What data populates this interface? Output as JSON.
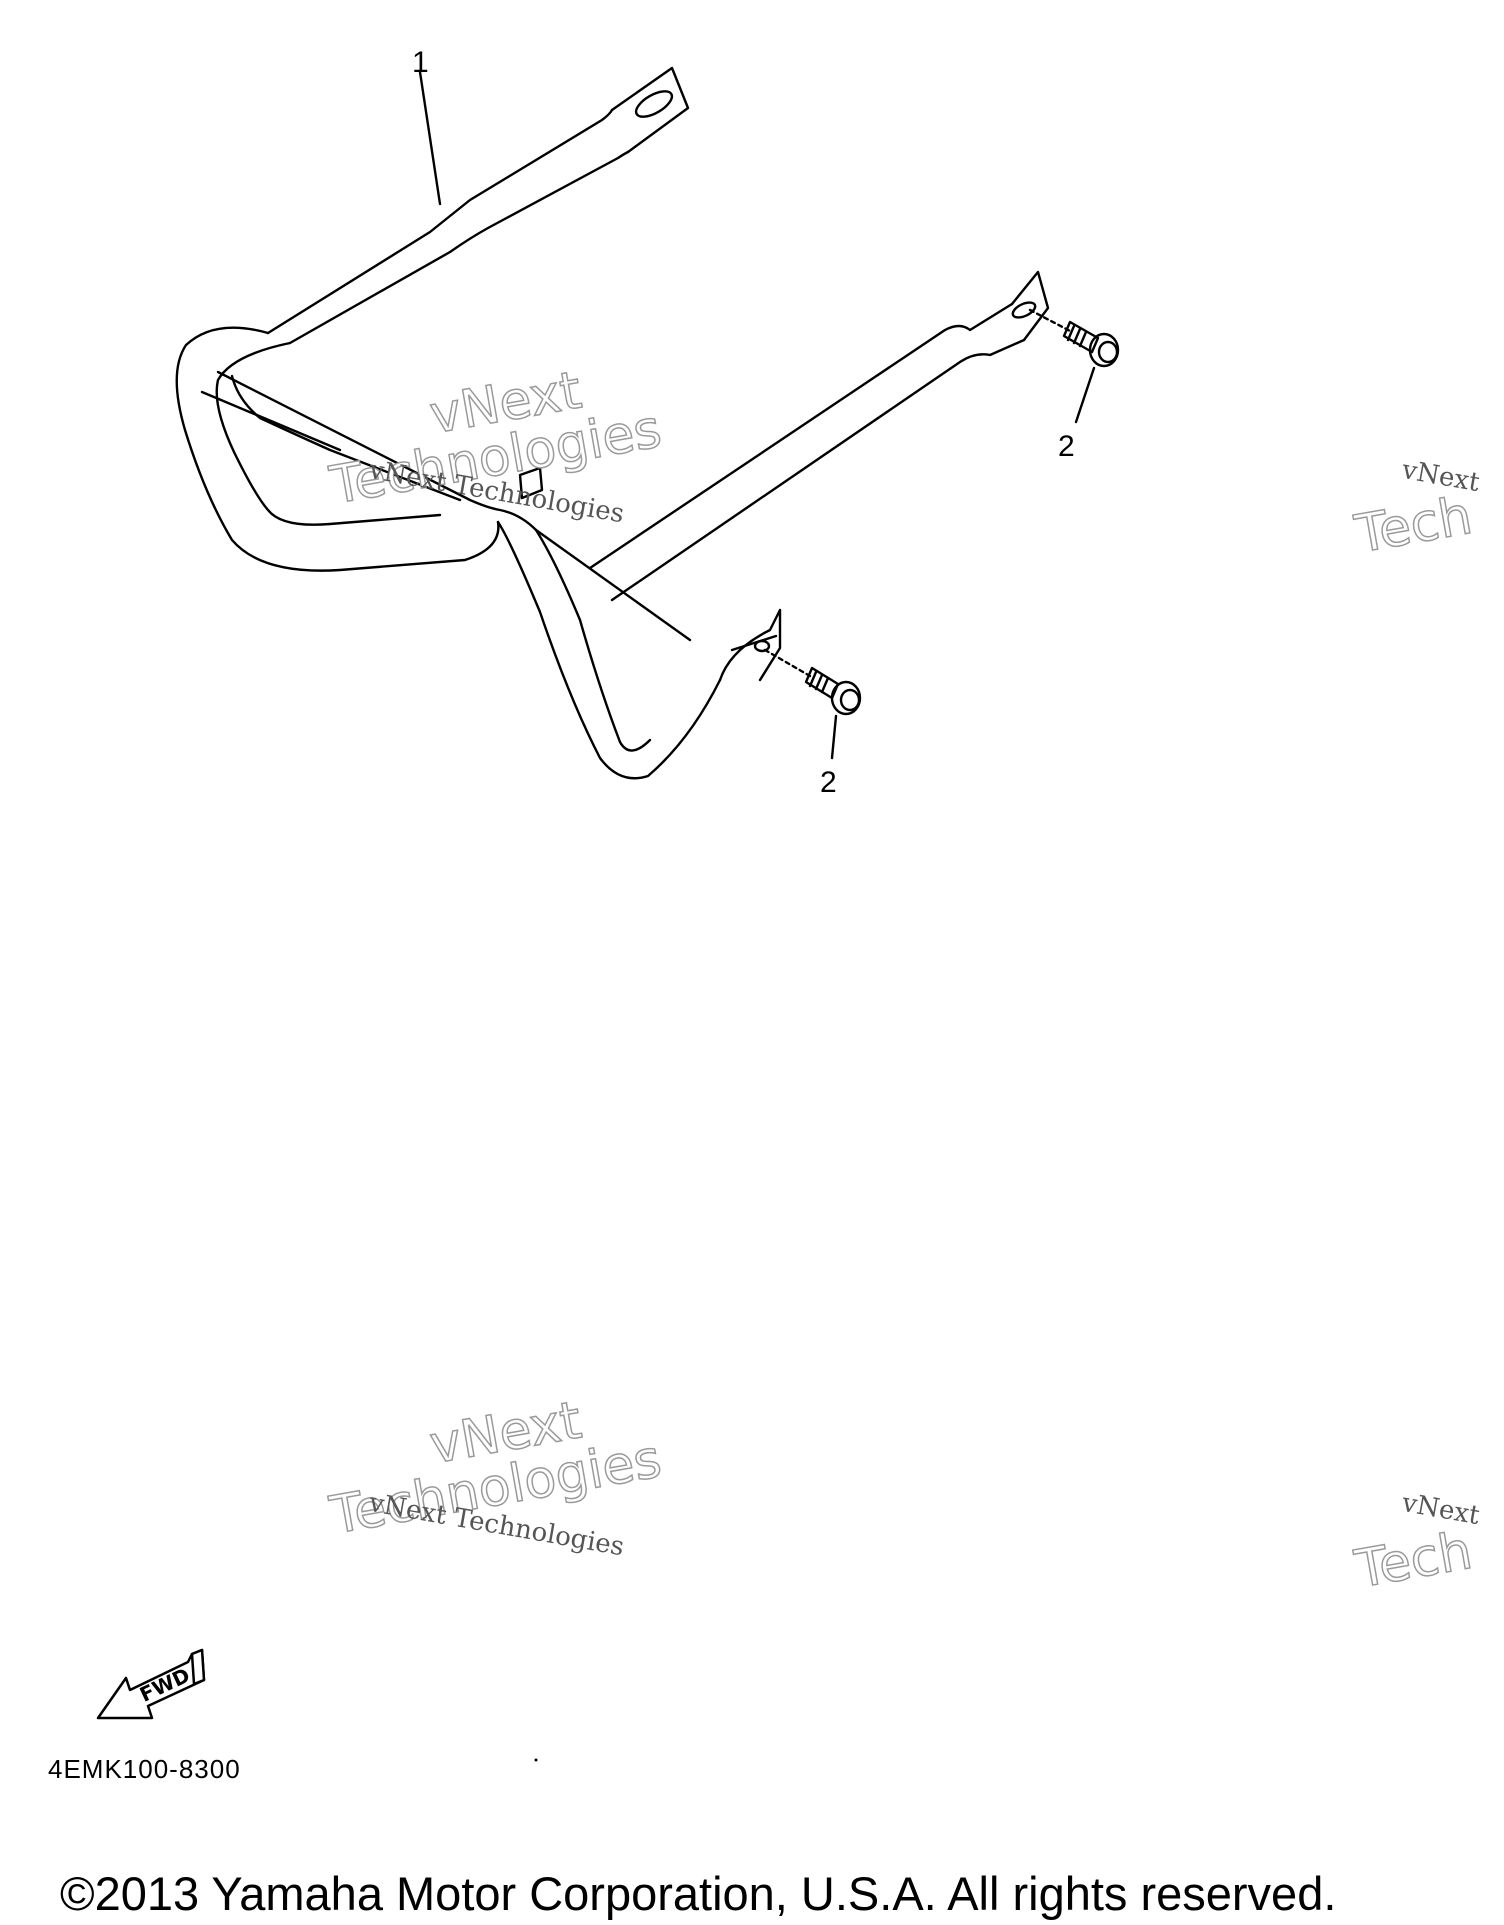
{
  "callouts": {
    "item1": "1",
    "item2_right": "2",
    "item2_left": "2"
  },
  "watermark": {
    "line_small": "vNext Technologies",
    "line_big_1": "vNext",
    "line_big_2": "Technologies",
    "line_small_cut": "vNext",
    "line_big_cut": "Tech"
  },
  "fwd_label": "FWD",
  "part_code": "4EMK100-8300",
  "copyright": "©2013 Yamaha Motor Corporation, U.S.A. All rights reserved."
}
